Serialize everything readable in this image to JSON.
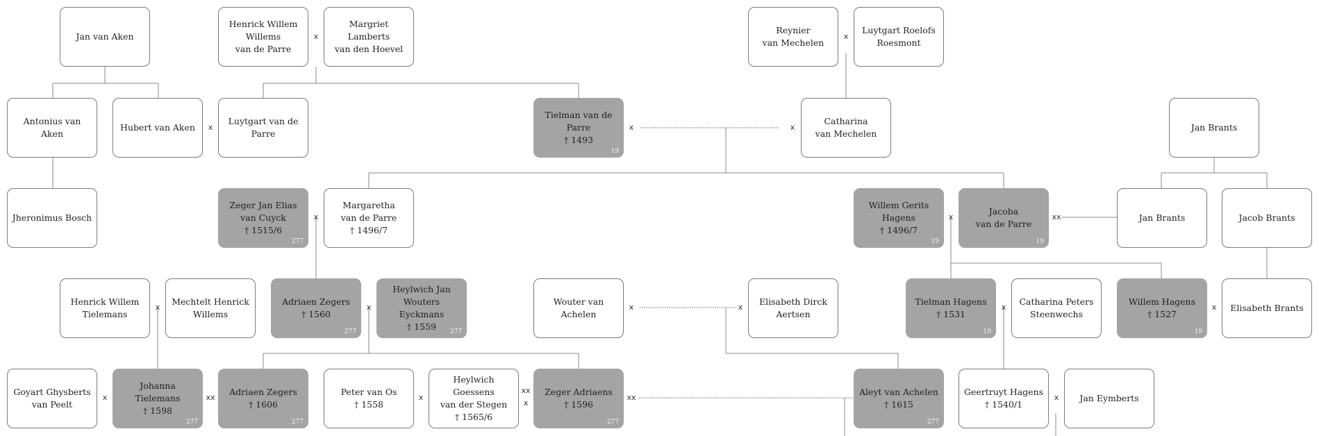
{
  "persons": {
    "jan_van_aken": {
      "name": "Jan van Aken",
      "death": "",
      "ref": "",
      "highlight": false
    },
    "henrick_willem_willems": {
      "name": "Henrick Willem\nWillems\nvan de Parre",
      "death": "",
      "ref": "",
      "highlight": false
    },
    "margriet_lamberts": {
      "name": "Margriet Lamberts\nvan den Hoevel",
      "death": "",
      "ref": "",
      "highlight": false
    },
    "reynier": {
      "name": "Reynier\nvan Mechelen",
      "death": "",
      "ref": "",
      "highlight": false
    },
    "luytgart_roelofs": {
      "name": "Luytgart Roelofs\nRoesmont",
      "death": "",
      "ref": "",
      "highlight": false
    },
    "antonius": {
      "name": "Antonius van Aken",
      "death": "",
      "ref": "",
      "highlight": false
    },
    "hubert": {
      "name": "Hubert van Aken",
      "death": "",
      "ref": "",
      "highlight": false
    },
    "luytgart_parre": {
      "name": "Luytgart van de Parre",
      "death": "",
      "ref": "",
      "highlight": false
    },
    "tielman_parre": {
      "name": "Tielman van de Parre",
      "death": "† 1493",
      "ref": "19",
      "highlight": true
    },
    "catharina_mechelen": {
      "name": "Catharina\nvan Mechelen",
      "death": "",
      "ref": "",
      "highlight": false
    },
    "jan_brants_1": {
      "name": "Jan Brants",
      "death": "",
      "ref": "",
      "highlight": false
    },
    "jheronimus": {
      "name": "Jheronimus Bosch",
      "death": "",
      "ref": "",
      "highlight": false
    },
    "zeger_jan_elias": {
      "name": "Zeger Jan Elias\nvan Cuyck",
      "death": "† 1515/6",
      "ref": "277",
      "highlight": true
    },
    "margaretha": {
      "name": "Margaretha\nvan de Parre",
      "death": "† 1496/7",
      "ref": "",
      "highlight": false
    },
    "willem_gerits": {
      "name": "Willem Gerits\nHagens",
      "death": "† 1496/7",
      "ref": "19",
      "highlight": true
    },
    "jacoba": {
      "name": "Jacoba\nvan de Parre",
      "death": "",
      "ref": "19",
      "highlight": true
    },
    "jan_brants_2": {
      "name": "Jan Brants",
      "death": "",
      "ref": "",
      "highlight": false
    },
    "jacob_brants": {
      "name": "Jacob Brants",
      "death": "",
      "ref": "",
      "highlight": false
    },
    "henrick_willem_tielemans": {
      "name": "Henrick Willem\nTielemans",
      "death": "",
      "ref": "",
      "highlight": false
    },
    "mechtelt": {
      "name": "Mechtelt Henrick\nWillems",
      "death": "",
      "ref": "",
      "highlight": false
    },
    "adriaen_zegers_1560": {
      "name": "Adriaen Zegers",
      "death": "† 1560",
      "ref": "277",
      "highlight": true
    },
    "heylwich_jan": {
      "name": "Heylwich Jan\nWouters Eyckmans",
      "death": "† 1559",
      "ref": "277",
      "highlight": true
    },
    "wouter": {
      "name": "Wouter van Achelen",
      "death": "",
      "ref": "",
      "highlight": false
    },
    "elisabeth_dirck": {
      "name": "Elisabeth Dirck\nAertsen",
      "death": "",
      "ref": "",
      "highlight": false
    },
    "tielman_hagens": {
      "name": "Tielman Hagens",
      "death": "† 1531",
      "ref": "19",
      "highlight": true
    },
    "catharina_peters": {
      "name": "Catharina Peters\nSteenwechs",
      "death": "",
      "ref": "",
      "highlight": false
    },
    "willem_hagens": {
      "name": "Willem Hagens",
      "death": "† 1527",
      "ref": "19",
      "highlight": true
    },
    "elisabeth_brants": {
      "name": "Elisabeth Brants",
      "death": "",
      "ref": "",
      "highlight": false
    },
    "goyart": {
      "name": "Goyart Ghysberts\nvan Peelt",
      "death": "",
      "ref": "",
      "highlight": false
    },
    "johanna": {
      "name": "Johanna Tielemans",
      "death": "† 1598",
      "ref": "277",
      "highlight": true
    },
    "adriaen_zegers_1606": {
      "name": "Adriaen Zegers",
      "death": "† 1606",
      "ref": "277",
      "highlight": true
    },
    "peter_van_os": {
      "name": "Peter van Os",
      "death": "† 1558",
      "ref": "",
      "highlight": false
    },
    "heylwich_goessens": {
      "name": "Heylwich Goessens\nvan der Stegen",
      "death": "† 1565/6",
      "ref": "",
      "highlight": false
    },
    "zeger_adriaens": {
      "name": "Zeger Adriaens",
      "death": "† 1596",
      "ref": "277",
      "highlight": true
    },
    "aleyt": {
      "name": "Aleyt van Achelen",
      "death": "† 1615",
      "ref": "277",
      "highlight": true
    },
    "geertruyt": {
      "name": "Geertruyt Hagens",
      "death": "† 1540/1",
      "ref": "",
      "highlight": false
    },
    "jan_eymberts": {
      "name": "Jan Eymberts",
      "death": "",
      "ref": "",
      "highlight": false
    }
  },
  "marriage_marks": {
    "m1": "x",
    "m2": "x",
    "m3": "x",
    "m4": "x",
    "m5": "x",
    "m6": "x",
    "m7": "x",
    "m8": "xx",
    "m9": "x",
    "m10": "x",
    "m11": "x",
    "m12": "x",
    "m13": "x",
    "m14": "x",
    "m15": "x",
    "m16": "xx",
    "m17": "x",
    "m18": "xx",
    "m19": "x",
    "m20": "xx",
    "m21": "x"
  },
  "colors": {
    "highlight_fill": "#a4a4a4",
    "border": "#7a7a7a",
    "line": "#8a8a8a"
  }
}
